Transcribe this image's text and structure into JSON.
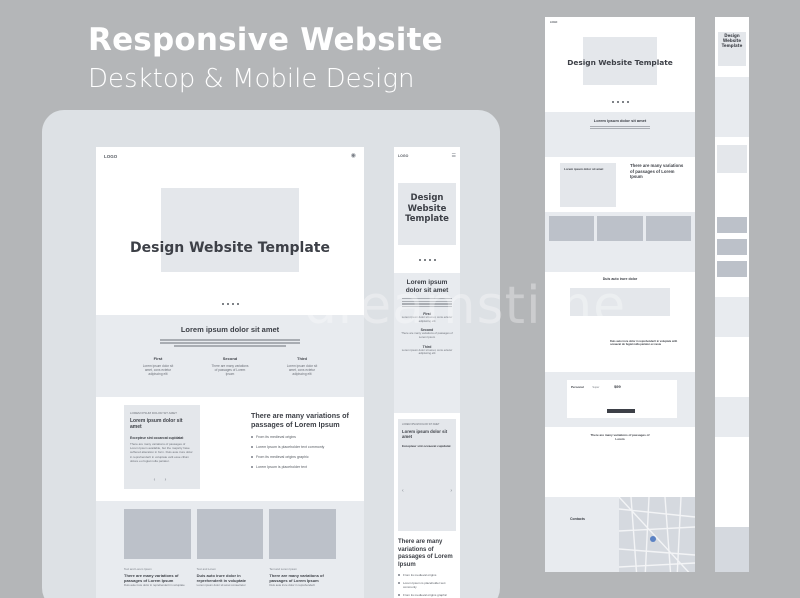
{
  "headline": {
    "title": "Responsive Website",
    "subtitle": "Desktop & Mobile Design"
  },
  "logo": "LOGO",
  "hero": {
    "title": "Design Website Template",
    "mobile_title": "Design Website Template"
  },
  "intro": {
    "title": "Lorem ipsum dolor sit amet",
    "columns": [
      {
        "name": "First",
        "desc": "Lorem ipsum dolor sit amet, cons ectetur adipiscing elit"
      },
      {
        "name": "Second",
        "desc": "There are many variations of passages of Lorem Ipsum"
      },
      {
        "name": "Third",
        "desc": "Lorem ipsum dolor sit amet, cons ectetur adipiscing elit"
      }
    ]
  },
  "card": {
    "kicker": "LOREM IPSUM DOLOR SIT AMET",
    "title": "Lorem ipsum dolor sit amet",
    "subtitle": "Excepteur sint occaecat cupidatat",
    "body": "There are many variations of passages of Lorem Ipsum available, but the majority have suffered alteration in form. Duis aute irure dolor in reprehenderit in voluptate velit esse cillum dolore eu fugiat nulla pariatur."
  },
  "passages": {
    "title": "There are many variations of passages of Lorem Ipsum",
    "bullets": [
      "From its medieval origins",
      "Lorem Ipsum is placeholder text commonly",
      "From its medieval origins graphic",
      "Lorem Ipsum is placeholder text"
    ]
  },
  "tiles": [
    {
      "label": "Text and Lorem Ipsum",
      "title": "There are many variations of passages of Lorem Ipsum",
      "desc": "Duis aute irure dolor in reprehenderit in voluptate"
    },
    {
      "label": "Text and Lorem",
      "title": "Duis auto irure dolor in reprehenderit in voluptate",
      "desc": "Lorem ipsum dolor sit amet consectetur"
    },
    {
      "label": "Text and Lorem Ipsum",
      "title": "There are many variations of passages of Lorem Ipsum",
      "desc": "Duis aute irure dolor in reprehenderit"
    }
  ],
  "long": {
    "hero_title": "Design Website Template",
    "intro_title": "Lorem ipsum dolor sit amet",
    "card_title": "Lorem ipsum dolor sit amet",
    "passages_title": "There are many variations of passages of Lorem Ipsum",
    "duis_title": "Duis auto irure dolor",
    "duis_sub": "Duis auto irure dolor in reprehenderit in voluptate with occaecat do fugiat nulla pariatur ex nesia",
    "pricing_label": "Personal",
    "pricing_alt": "Super",
    "price": "$99",
    "variations_title": "There are many variations of passages of Lorem",
    "contacts": "Contacts"
  },
  "narrow": {
    "hero_title": "Design Website Template"
  },
  "watermark": "dreamstime"
}
